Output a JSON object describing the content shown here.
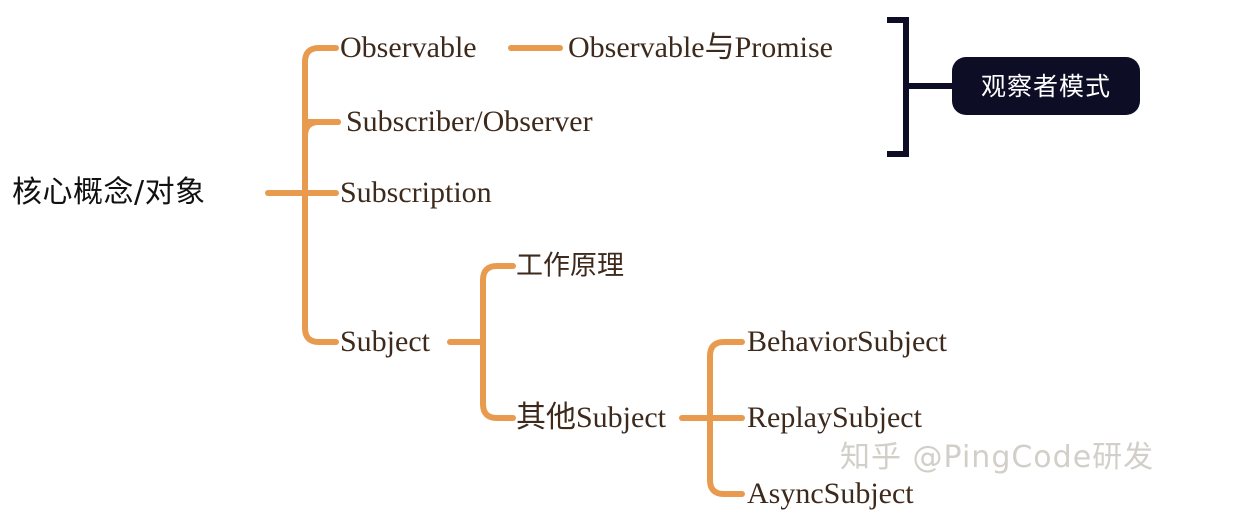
{
  "diagram": {
    "type": "mind-map",
    "title_node": "核心概念/对象",
    "accent_color": "#e89b4e",
    "text_color": "#3e2a1c",
    "root_text_color": "#111111",
    "badge_color": "#0d0d26",
    "background": "#ffffff",
    "nodes": {
      "root": "核心概念/对象",
      "observable": "Observable",
      "observable_promise": "Observable与Promise",
      "subscriber_observer": "Subscriber/Observer",
      "subscription": "Subscription",
      "subject": "Subject",
      "working_principle": "工作原理",
      "other_subject": "其他Subject",
      "behavior_subject": "BehaviorSubject",
      "replay_subject": "ReplaySubject",
      "async_subject": "AsyncSubject"
    },
    "badge": {
      "label": "观察者模式",
      "groups": [
        "Observable",
        "Subscriber/Observer"
      ]
    },
    "watermark": "知乎 @PingCode研发"
  }
}
